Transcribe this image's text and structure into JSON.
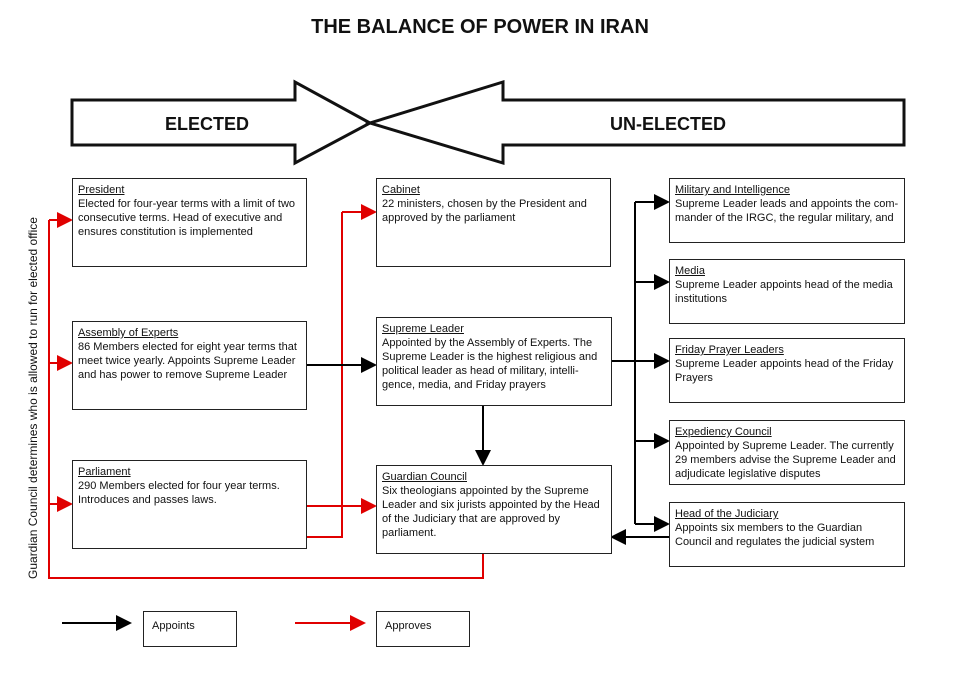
{
  "title": "THE BALANCE OF POWER IN IRAN",
  "banner": {
    "left": "ELECTED",
    "right": "UN-ELECTED"
  },
  "side_note": "Guardian Council determines who is allowed to run for elected office",
  "boxes": {
    "president": {
      "heading": "President",
      "text": "Elected for four-year terms with a limit of two consecutive terms. Head of executive and ensures constitution is implemented"
    },
    "assembly": {
      "heading": "Assembly of Experts",
      "text": "86 Members elected for eight year terms that meet twice yearly. Appoints Supreme Leader and has power to remove Supreme Leader"
    },
    "parliament": {
      "heading": "Parliament",
      "text": "290 Members elected for four year terms. Introduces and passes laws."
    },
    "cabinet": {
      "heading": "Cabinet",
      "text": "22 ministers, chosen by the President and approved by the parliament"
    },
    "supreme": {
      "heading": "Supreme Leader",
      "text": "Appointed by the Assembly of Experts. The Supreme Leader is the highest religious and political leader as head of military, intelli-gence, media, and Friday prayers"
    },
    "guardian": {
      "heading": "Guardian Council",
      "text": "Six theologians appointed by the Supreme Leader and six jurists appointed by the Head of the Judiciary that are approved by parliament."
    },
    "military": {
      "heading": "Military and Intelligence",
      "text": "Supreme Leader leads and appoints the com-mander of the IRGC, the regular military, and"
    },
    "media": {
      "heading": "Media",
      "text": "Supreme Leader appoints head of the media institutions"
    },
    "friday": {
      "heading": "Friday Prayer Leaders",
      "text": "Supreme Leader appoints head of the Friday Prayers"
    },
    "expediency": {
      "heading": "Expediency Council",
      "text": "Appointed by Supreme Leader.  The currently 29 members advise the Supreme Leader and adjudicate legislative disputes"
    },
    "judiciary": {
      "heading": "Head of the Judiciary",
      "text": "Appoints six members to the Guardian Council and regulates the judicial system"
    }
  },
  "legend": {
    "appoints": "Appoints",
    "approves": "Approves"
  },
  "colors": {
    "appoints": "#000000",
    "approves": "#e00000"
  }
}
